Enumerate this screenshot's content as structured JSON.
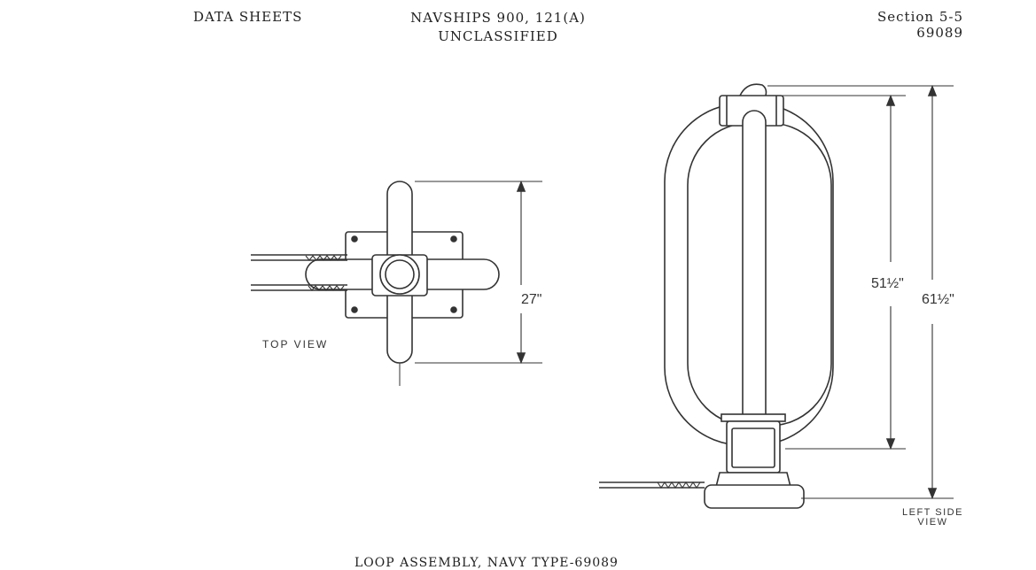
{
  "header": {
    "left": "DATA SHEETS",
    "center_line1": "NAVSHIPS 900, 121(A)",
    "center_line2": "UNCLASSIFIED",
    "right_line1": "Section 5-5",
    "right_line2": "69089"
  },
  "drawing": {
    "top_view_label": "TOP VIEW",
    "side_view_label_line1": "LEFT SIDE",
    "side_view_label_line2": "VIEW",
    "dimension_width": "27\"",
    "dimension_loop": "51½\"",
    "dimension_overall": "61½\""
  },
  "caption": "LOOP ASSEMBLY, NAVY TYPE-69089"
}
